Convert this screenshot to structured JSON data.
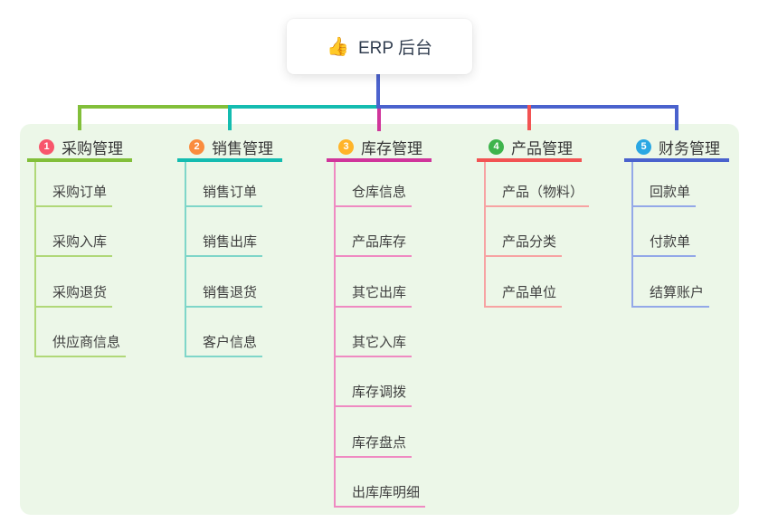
{
  "root": {
    "icon": "👍",
    "title": "ERP 后台"
  },
  "branches": [
    {
      "index": "1",
      "label": "采购管理",
      "line_color": "#82bf3a",
      "child_line_color": "#b0d878",
      "badge_color": "#f8566c",
      "children": [
        "采购订单",
        "采购入库",
        "采购退货",
        "供应商信息"
      ]
    },
    {
      "index": "2",
      "label": "销售管理",
      "line_color": "#14bcb0",
      "child_line_color": "#7fd6c9",
      "badge_color": "#fa8c3e",
      "children": [
        "销售订单",
        "销售出库",
        "销售退货",
        "客户信息"
      ]
    },
    {
      "index": "3",
      "label": "库存管理",
      "line_color": "#d0359b",
      "child_line_color": "#ef8ac2",
      "badge_color": "#ffb429",
      "children": [
        "仓库信息",
        "产品库存",
        "其它出库",
        "其它入库",
        "库存调拨",
        "库存盘点",
        "出库库明细"
      ]
    },
    {
      "index": "4",
      "label": "产品管理",
      "line_color": "#f25353",
      "child_line_color": "#f7a3a3",
      "badge_color": "#3eb44c",
      "children": [
        "产品（物料）",
        "产品分类",
        "产品单位"
      ]
    },
    {
      "index": "5",
      "label": "财务管理",
      "line_color": "#4a62cd",
      "child_line_color": "#93a8e8",
      "badge_color": "#2aa7e3",
      "children": [
        "回款单",
        "付款单",
        "结算账户"
      ]
    }
  ],
  "colors": {
    "panel_bg": "#ecf7e8",
    "canvas_bg": "#ffffff",
    "root_connector": "#4c63ce"
  }
}
